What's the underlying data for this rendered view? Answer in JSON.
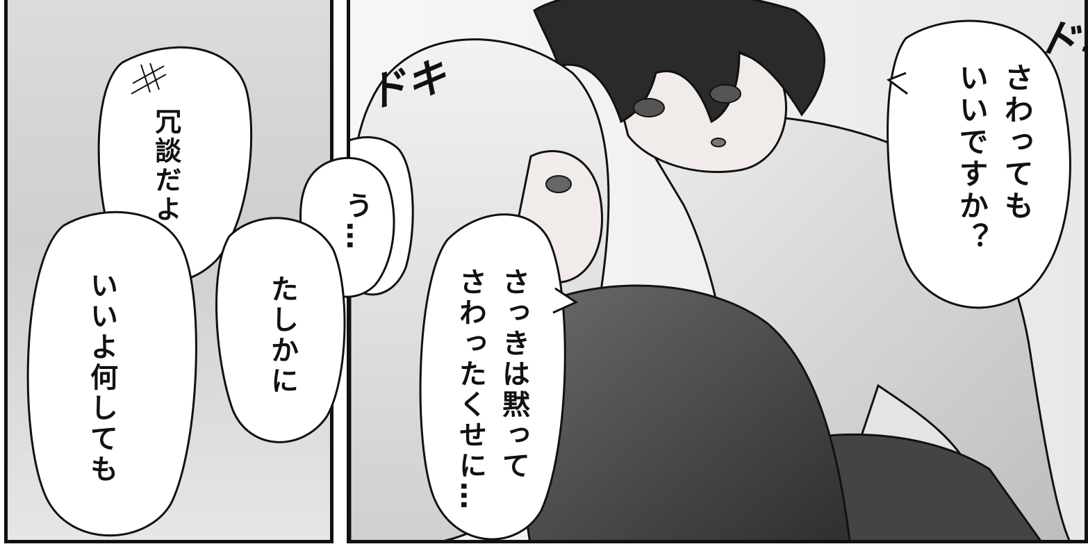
{
  "bubbles": {
    "joke": "冗談だよ",
    "anything": "いいよ何しても",
    "u": "う…",
    "certainly": "たしかに",
    "earlier_line1": "さっきは黙って",
    "earlier_line2": "さわったくせに…",
    "may_touch_line1": "さわっても",
    "may_touch_line2": "いいですか？"
  },
  "sfx": {
    "doki_left": "ドキ",
    "doki_right": "ドキ"
  },
  "colors": {
    "ink": "#111111",
    "bubble": "#ffffff",
    "shirt": "#3a3a3a",
    "hair_dark": "#1f1f1f",
    "skin": "#f1ecea"
  }
}
